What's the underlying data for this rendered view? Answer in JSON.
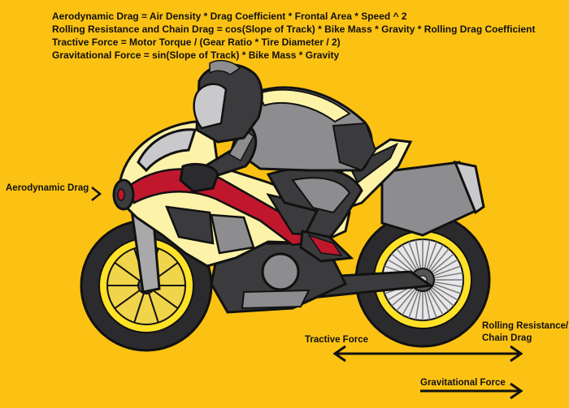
{
  "equations": [
    "Aerodynamic Drag = Air Density * Drag Coefficient * Frontal Area * Speed ^ 2",
    "Rolling Resistance and Chain Drag = cos(Slope of Track) * Bike Mass * Gravity * Rolling Drag Coefficient",
    "Tractive Force = Motor Torque / (Gear Ratio * Tire Diameter / 2)",
    "Gravitational Force = sin(Slope of Track) * Bike Mass * Gravity"
  ],
  "labels": {
    "aero": "Aerodynamic Drag",
    "tractive": "Tractive Force",
    "rolling_line1": "Rolling Resistance/",
    "rolling_line2": "Chain Drag",
    "gravity": "Gravitational Force"
  },
  "colors": {
    "background": "#fcc213",
    "outline": "#111111",
    "fairing_cream": "#fdf3a8",
    "fairing_red": "#c0172c",
    "body_dark": "#3b3b3e",
    "body_grey": "#8d8d90",
    "light_grey": "#c9c9cc",
    "rim_yellow": "#ffe227"
  }
}
